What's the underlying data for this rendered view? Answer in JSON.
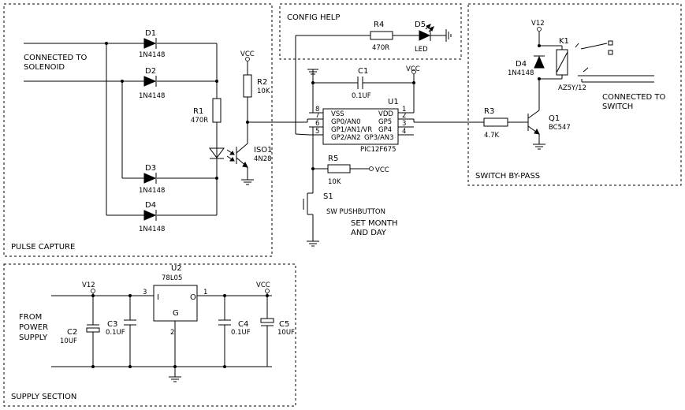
{
  "sections": {
    "pulse_capture": "PULSE CAPTURE",
    "config_help": "CONFIG HELP",
    "switch_bypass": "SWITCH BY-PASS",
    "supply_section": "SUPPLY SECTION"
  },
  "notes": {
    "solenoid_1": "CONNECTED TO",
    "solenoid_2": "SOLENOID",
    "switch_1": "CONNECTED TO",
    "switch_2": "SWITCH",
    "power_1": "FROM",
    "power_2": "POWER",
    "power_3": "SUPPLY",
    "set_1": "SET MONTH",
    "set_2": "AND DAY"
  },
  "nets": {
    "vcc": "VCC",
    "v12": "V12"
  },
  "components": {
    "d1": {
      "ref": "D1",
      "value": "1N4148"
    },
    "d2": {
      "ref": "D2",
      "value": "1N4148"
    },
    "d3": {
      "ref": "D3",
      "value": "1N4148"
    },
    "d4": {
      "ref": "D4",
      "value": "1N4148"
    },
    "r1": {
      "ref": "R1",
      "value": "470R"
    },
    "r2": {
      "ref": "R2",
      "value": "10K"
    },
    "iso1": {
      "ref": "ISO1",
      "value": "4N28"
    },
    "r4": {
      "ref": "R4",
      "value": "470R"
    },
    "d5": {
      "ref": "D5",
      "value": "LED"
    },
    "c1": {
      "ref": "C1",
      "value": "0.1UF"
    },
    "u1": {
      "ref": "U1",
      "value": "PIC12F675",
      "pins_left": [
        {
          "num": "8",
          "name": "VSS"
        },
        {
          "num": "7",
          "name": "GP0/AN0"
        },
        {
          "num": "6",
          "name": "GP1/AN1/VR"
        },
        {
          "num": "5",
          "name": "GP2/AN2"
        }
      ],
      "pins_right": [
        {
          "num": "1",
          "name": "VDD"
        },
        {
          "num": "2",
          "name": "GP5"
        },
        {
          "num": "3",
          "name": "GP4"
        },
        {
          "num": "4",
          "name": "GP3/AN3"
        }
      ]
    },
    "r5": {
      "ref": "R5",
      "value": "10K"
    },
    "s1": {
      "ref": "S1",
      "value": "SW PUSHBUTTON"
    },
    "r3": {
      "ref": "R3",
      "value": "4.7K"
    },
    "q1": {
      "ref": "Q1",
      "value": "BC547"
    },
    "d4b": {
      "ref": "D4",
      "value": "1N4148"
    },
    "k1": {
      "ref": "K1",
      "value": "AZ5Y/12"
    },
    "u2": {
      "ref": "U2",
      "value": "78L05",
      "pin_in": "I",
      "pin_out": "O",
      "pin_gnd": "G",
      "num_in": "3",
      "num_out": "1",
      "num_gnd": "2"
    },
    "c2": {
      "ref": "C2",
      "value": "10UF"
    },
    "c3": {
      "ref": "C3",
      "value": "0.1UF"
    },
    "c4": {
      "ref": "C4",
      "value": "0.1UF"
    },
    "c5": {
      "ref": "C5",
      "value": "10UF"
    }
  }
}
